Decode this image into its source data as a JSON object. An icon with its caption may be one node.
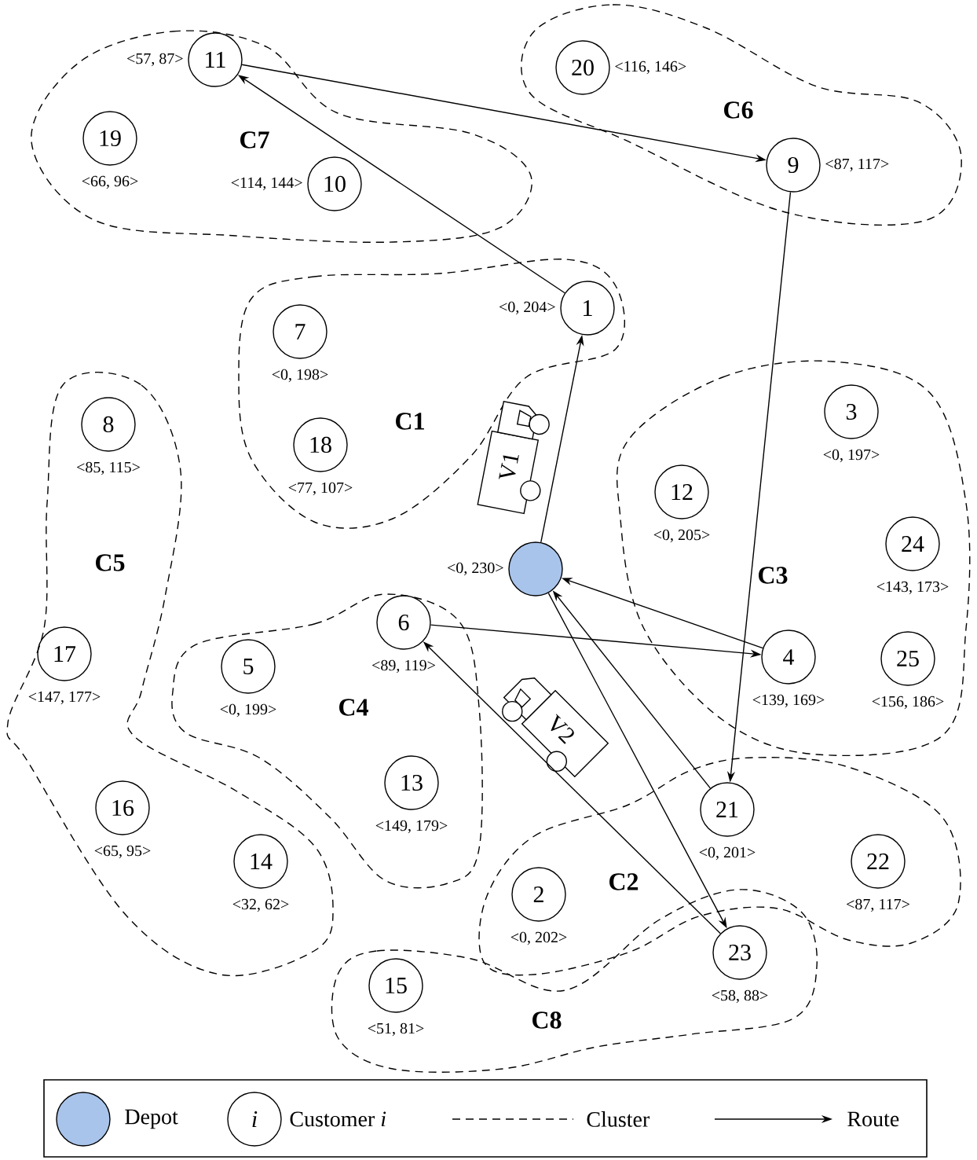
{
  "diagram": {
    "nodes": [
      {
        "text": [
          "C7"
        ]
      },
      {
        "text": [
          "11"
        ],
        "in": 0,
        "beside": [
          "<57, 87>"
        ]
      },
      {
        "text": [
          "19"
        ],
        "in": 0,
        "beside": [
          "<66, 96>"
        ]
      },
      {
        "text": [
          "10"
        ],
        "in": 0,
        "beside": [
          "<114, 144>"
        ]
      },
      {
        "text": [
          "C6"
        ]
      },
      {
        "text": [
          "20"
        ],
        "in": 4,
        "beside": [
          "<116, 146>"
        ]
      },
      {
        "text": [
          "9"
        ],
        "in": 4,
        "beside": [
          "<87, 117>"
        ]
      },
      {
        "text": [
          "C1"
        ]
      },
      {
        "text": [
          "1"
        ],
        "in": 7,
        "beside": [
          "<0, 204>"
        ]
      },
      {
        "text": [
          "7"
        ],
        "in": 7,
        "beside": [
          "<0, 198>"
        ]
      },
      {
        "text": [
          "18"
        ],
        "in": 7,
        "beside": [
          "<77, 107>"
        ]
      },
      {
        "text": [
          "C5"
        ]
      },
      {
        "text": [
          "8"
        ],
        "in": 11,
        "beside": [
          "<85, 115>"
        ]
      },
      {
        "text": [
          "17"
        ],
        "in": 11,
        "beside": [
          "<147, 177>"
        ]
      },
      {
        "text": [
          "16"
        ],
        "in": 11,
        "beside": [
          "<65, 95>"
        ]
      },
      {
        "text": [
          "14"
        ],
        "in": 11,
        "beside": [
          "<32, 62>"
        ]
      },
      {
        "text": [
          "C3"
        ]
      },
      {
        "text": [
          "3"
        ],
        "in": 16,
        "beside": [
          "<0, 197>"
        ]
      },
      {
        "text": [
          "12"
        ],
        "in": 16,
        "beside": [
          "<0, 205>"
        ]
      },
      {
        "text": [
          "24"
        ],
        "in": 16,
        "beside": [
          "<143, 173>"
        ]
      },
      {
        "text": [
          "4"
        ],
        "in": 16,
        "beside": [
          "<139, 169>"
        ]
      },
      {
        "text": [
          "25"
        ],
        "in": 16,
        "beside": [
          "<156, 186>"
        ]
      },
      {
        "text": [],
        "shape": "circle",
        "beside": [
          "<0, 230>"
        ]
      },
      {
        "text": [
          "C4"
        ]
      },
      {
        "text": [
          "5"
        ],
        "in": 23,
        "beside": [
          "<0, 199>"
        ]
      },
      {
        "text": [
          "6"
        ],
        "in": 23,
        "beside": [
          "<89, 119>"
        ]
      },
      {
        "text": [
          "13"
        ],
        "in": 23,
        "beside": [
          "<149, 179>"
        ]
      },
      {
        "text": [
          "C2"
        ]
      },
      {
        "text": [
          "21"
        ],
        "in": 27,
        "beside": [
          "<0, 201>"
        ]
      },
      {
        "text": [
          "22"
        ],
        "in": 27,
        "beside": [
          "<87, 117>"
        ]
      },
      {
        "text": [
          "2"
        ],
        "in": 27,
        "beside": [
          "<0, 202>"
        ]
      },
      {
        "text": [
          "C8"
        ]
      },
      {
        "text": [
          "23"
        ],
        "in": 31,
        "beside": [
          "<58, 88>"
        ]
      },
      {
        "text": [
          "15"
        ],
        "in": 31,
        "beside": [
          "<51, 81>"
        ]
      }
    ],
    "edges": [
      {
        "from": 22,
        "to": 8,
        "arrow": "to"
      },
      {
        "from": 8,
        "to": 1,
        "arrow": "to"
      },
      {
        "from": 1,
        "to": 6,
        "arrow": "to"
      },
      {
        "from": 6,
        "to": 28,
        "arrow": "to"
      },
      {
        "from": 28,
        "to": 22,
        "arrow": "to"
      },
      {
        "from": 22,
        "to": 32,
        "arrow": "to"
      },
      {
        "from": 32,
        "to": 25,
        "arrow": "to"
      },
      {
        "from": 25,
        "to": 20,
        "arrow": "to"
      },
      {
        "from": 20,
        "to": 22,
        "arrow": "to"
      }
    ],
    "labels": [
      "V1",
      "V2",
      "i"
    ],
    "legend": [
      {
        "text": "Depot",
        "color": "#a9c4eb"
      },
      {
        "text": "Customer *i*"
      },
      {
        "text": "Cluster"
      },
      {
        "text": "Route"
      }
    ]
  }
}
